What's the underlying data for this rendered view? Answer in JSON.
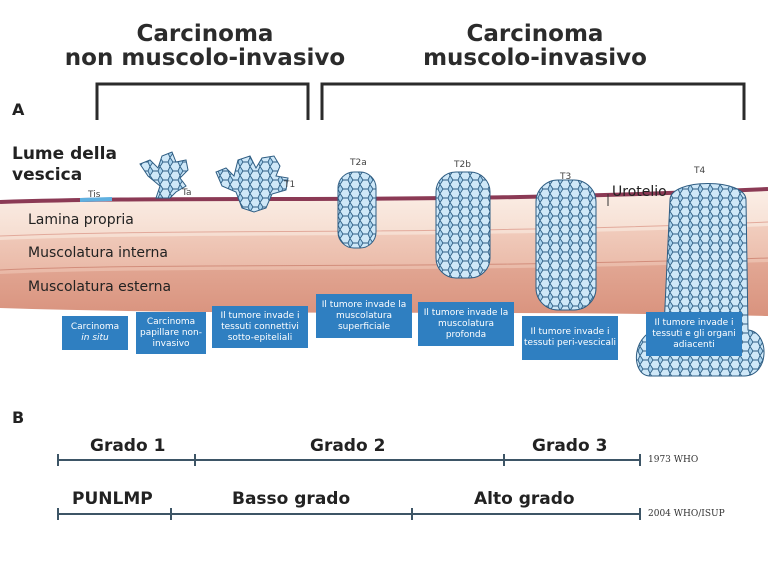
{
  "headers": {
    "non_invasive": "Carcinoma\nnon muscolo-invasivo",
    "invasive": "Carcinoma\nmuscolo-invasivo"
  },
  "panel_a": "A",
  "panel_b": "B",
  "lumen_label": "Lume della\nvescica",
  "urothelium_label": "Urotelio",
  "layers": {
    "lamina": "Lamina propria",
    "inner_muscle": "Muscolatura interna",
    "outer_muscle": "Muscolatura esterna"
  },
  "stages": {
    "tis": "Tis",
    "ta": "Ta",
    "t1": "T1",
    "t2a": "T2a",
    "t2b": "T2b",
    "t3": "T3",
    "t4": "T4"
  },
  "boxes": {
    "cis_line1": "Carcinoma",
    "cis_line2": "in situ",
    "papillary": "Carcinoma papillare non-invasivo",
    "t1": "Il tumore invade i tessuti connettivi sotto-epiteliali",
    "t2a": "Il tumore invade la muscolatura superficiale",
    "t2b": "Il tumore invade la muscolatura profonda",
    "t3": "Il tumore invade i tessuti peri-vescicali",
    "t4": "Il tumore invade i tessuti e gli organi adiacenti"
  },
  "who1973": {
    "grade1": "Grado 1",
    "grade2": "Grado 2",
    "grade3": "Grado 3",
    "label": "1973 WHO"
  },
  "who2004": {
    "punlmp": "PUNLMP",
    "low": "Basso grado",
    "high": "Alto grado",
    "label": "2004 WHO/ISUP"
  },
  "colors": {
    "urothelium": "#8b3a55",
    "tis": "#5fb0e0",
    "box": "#2f7fc1",
    "tumor": "#a9d3ee",
    "timeline": "#3d5566"
  }
}
